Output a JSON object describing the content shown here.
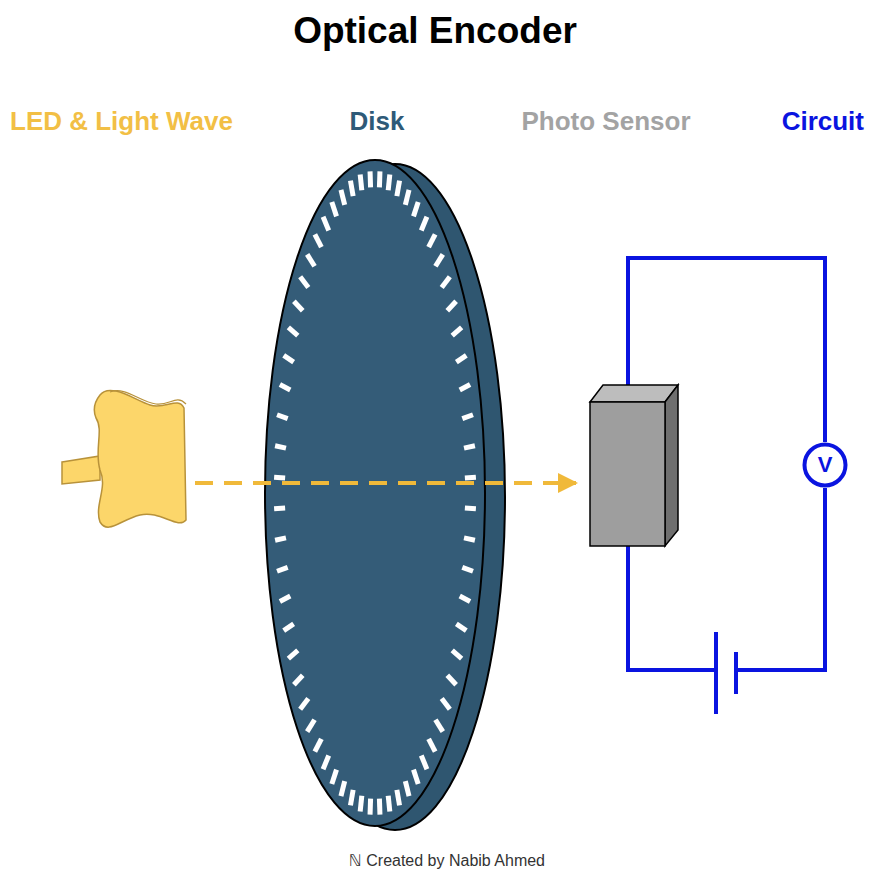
{
  "diagram": {
    "title": "Optical Encoder",
    "nodes": [
      {
        "text": [
          "V"
        ]
      }
    ],
    "labels": [
      "LED & Light Wave",
      "Disk",
      "Photo Sensor",
      "Circuit",
      "ℕ Created by Nabib Ahmed"
    ]
  }
}
